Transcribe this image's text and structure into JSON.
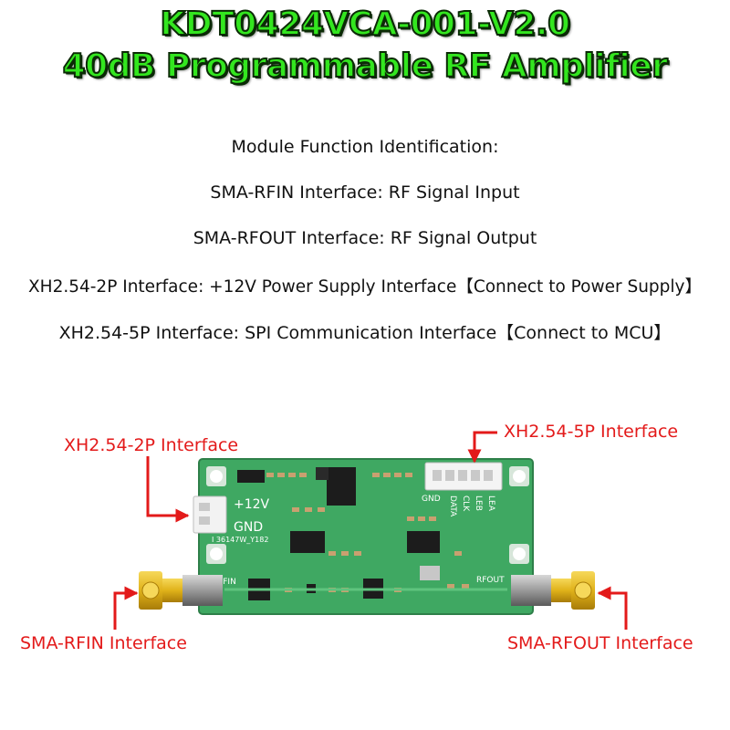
{
  "header": {
    "title_line1": "KDT0424VCA-001-V2.0",
    "title_line2": "40dB Programmable RF Amplifier"
  },
  "description": {
    "heading": "Module Function Identification:",
    "lines": [
      "SMA-RFIN Interface: RF Signal Input",
      "SMA-RFOUT Interface: RF Signal Output",
      "XH2.54-2P Interface: +12V Power Supply Interface【Connect to Power Supply】",
      "XH2.54-5P Interface: SPI Communication Interface【Connect to MCU】"
    ]
  },
  "callouts": {
    "xh2p": "XH2.54-2P Interface",
    "xh5p": "XH2.54-5P Interface",
    "rfin": "SMA-RFIN Interface",
    "rfout": "SMA-RFOUT Interface"
  },
  "board": {
    "silk_12v": "+12V",
    "silk_gnd": "GND",
    "silk_code": "I 36147W_Y182",
    "silk_rfin": "RFIN",
    "silk_rfout": "RFOUT",
    "silk_spi_gnd": "GND",
    "silk_data": "DATA",
    "silk_clk": "CLK",
    "silk_leb": "LEB",
    "silk_lea": "LEA"
  },
  "colors": {
    "title_green": "#33e61f",
    "callout_red": "#e31a1a",
    "pcb_green": "#3fa862",
    "connector_gold": "#e0b21a"
  }
}
